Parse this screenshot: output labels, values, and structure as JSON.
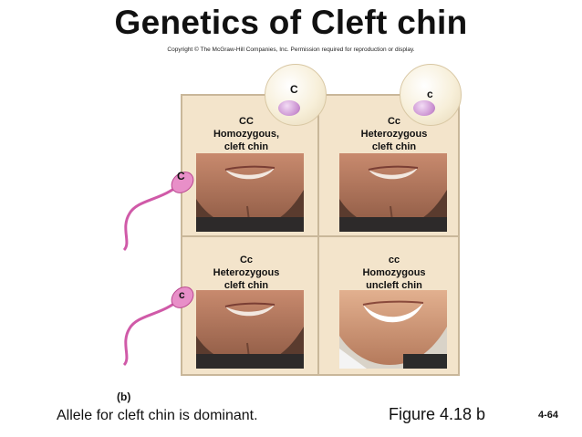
{
  "title": "Genetics of Cleft chin",
  "copyright": "Copyright © The McGraw-Hill Companies, Inc. Permission required for reproduction or display.",
  "eggs": [
    {
      "allele": "C"
    },
    {
      "allele": "c"
    }
  ],
  "sperm": [
    {
      "allele": "C"
    },
    {
      "allele": "c"
    }
  ],
  "cells": [
    {
      "genotype": "CC",
      "type": "Homozygous,",
      "phenotype": "cleft chin"
    },
    {
      "genotype": "Cc",
      "type": "Heterozygous",
      "phenotype": "cleft chin"
    },
    {
      "genotype": "Cc",
      "type": "Heterozygous",
      "phenotype": "cleft chin"
    },
    {
      "genotype": "cc",
      "type": "Homozygous",
      "phenotype": "uncleft chin"
    }
  ],
  "panel_label": "(b)",
  "caption_left": "Allele for cleft chin is dominant.",
  "caption_right": "Figure 4.18 b",
  "page_number": "4-64",
  "colors": {
    "grid_fill": "#f3e4cb",
    "grid_border": "#c9b79a",
    "sperm": "#d05aa8",
    "nucleus": "#c98fd0"
  }
}
